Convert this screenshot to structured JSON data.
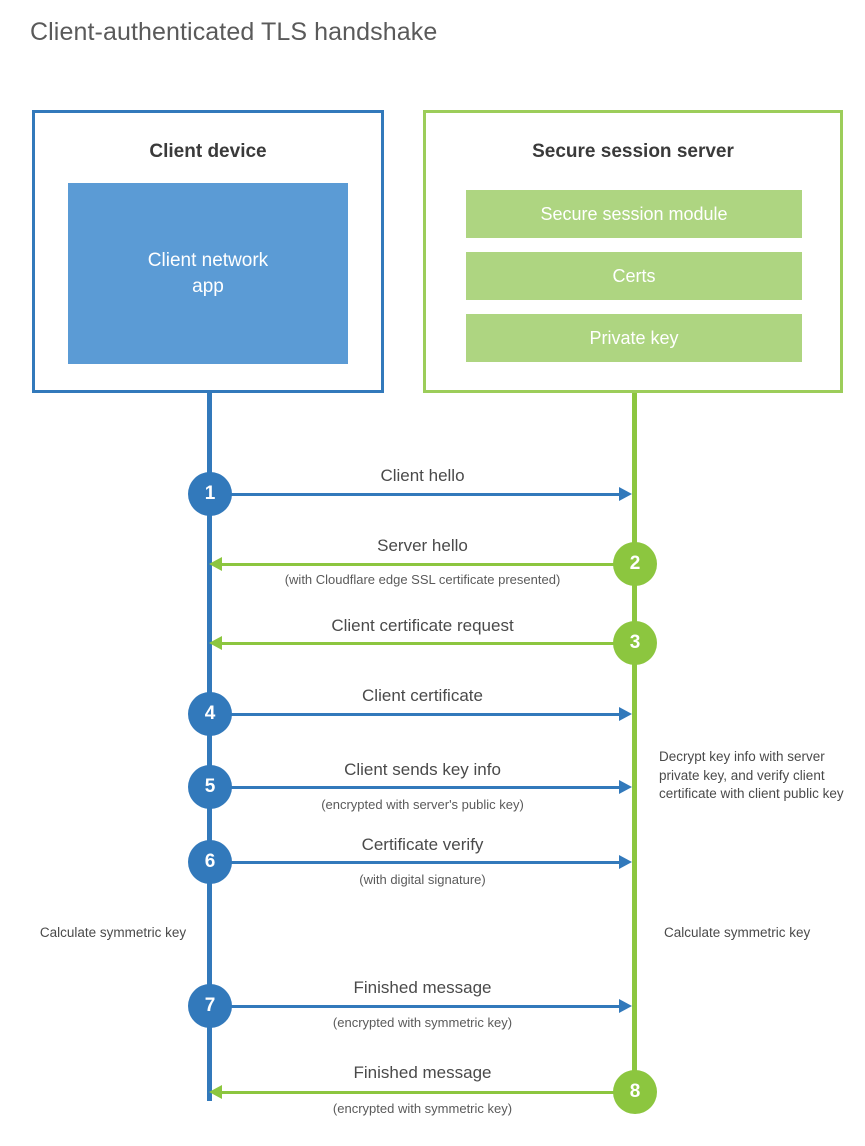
{
  "title": "Client-authenticated TLS handshake",
  "colors": {
    "client_blue": "#3279bb",
    "client_app_fill": "#5b9bd5",
    "server_green": "#8cc63f",
    "server_bar_fill": "#aed581",
    "server_border": "#9ccd5a",
    "text_dark": "#3a3a3a",
    "text_body": "#4a4a4a"
  },
  "actors": {
    "client": {
      "title": "Client device",
      "app_label": "Client network\napp",
      "app_label_line1": "Client network",
      "app_label_line2": "app"
    },
    "server": {
      "title": "Secure session server",
      "bars": [
        {
          "label": "Secure session module"
        },
        {
          "label": "Certs"
        },
        {
          "label": "Private key"
        }
      ]
    }
  },
  "steps": [
    {
      "number": "1",
      "label": "Client hello",
      "sub": "",
      "direction": "client-to-server",
      "color": "blue"
    },
    {
      "number": "2",
      "label": "Server hello",
      "sub": "(with Cloudflare edge SSL certificate presented)",
      "direction": "server-to-client",
      "color": "green"
    },
    {
      "number": "3",
      "label": "Client certificate request",
      "sub": "",
      "direction": "server-to-client",
      "color": "green"
    },
    {
      "number": "4",
      "label": "Client certificate",
      "sub": "",
      "direction": "client-to-server",
      "color": "blue"
    },
    {
      "number": "5",
      "label": "Client sends key info",
      "sub": "(encrypted with server's public key)",
      "direction": "client-to-server",
      "color": "blue"
    },
    {
      "number": "6",
      "label": "Certificate verify",
      "sub": "(with digital signature)",
      "direction": "client-to-server",
      "color": "blue"
    },
    {
      "number": "7",
      "label": "Finished message",
      "sub": "(encrypted with symmetric key)",
      "direction": "client-to-server",
      "color": "blue"
    },
    {
      "number": "8",
      "label": "Finished message",
      "sub": "(encrypted with symmetric key)",
      "direction": "server-to-client",
      "color": "green"
    }
  ],
  "notes": {
    "server_decrypt": "Decrypt key info with server private key, and verify client certificate with client public key",
    "calculate_client": "Calculate symmetric key",
    "calculate_server": "Calculate symmetric key"
  }
}
